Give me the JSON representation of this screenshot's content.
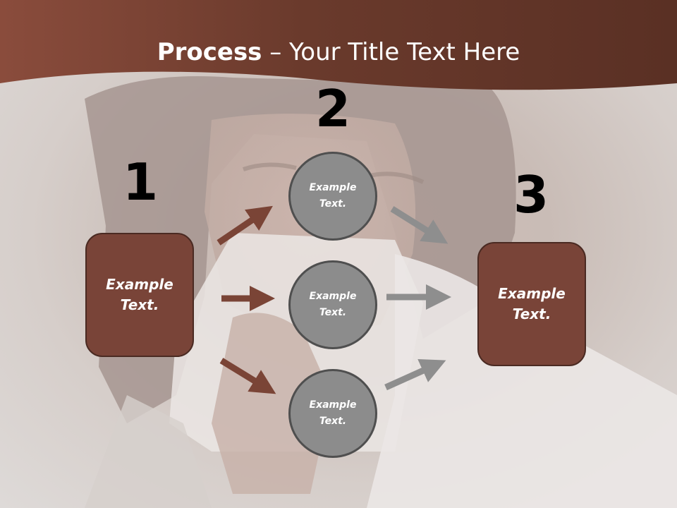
{
  "title": {
    "bold": "Process",
    "rest": " – Your Title Text Here"
  },
  "steps": [
    {
      "number": "1",
      "text": "Example\nText."
    },
    {
      "number": "2",
      "items": [
        "Example\nText.",
        "Example\nText.",
        "Example\nText."
      ]
    },
    {
      "number": "3",
      "text": "Example\nText."
    }
  ],
  "colors": {
    "header": "#5e3426",
    "box_fill": "#794438",
    "circle_fill": "#8c8c8c",
    "arrow_brown": "#7a4436",
    "arrow_gray": "#8e8e8e"
  }
}
